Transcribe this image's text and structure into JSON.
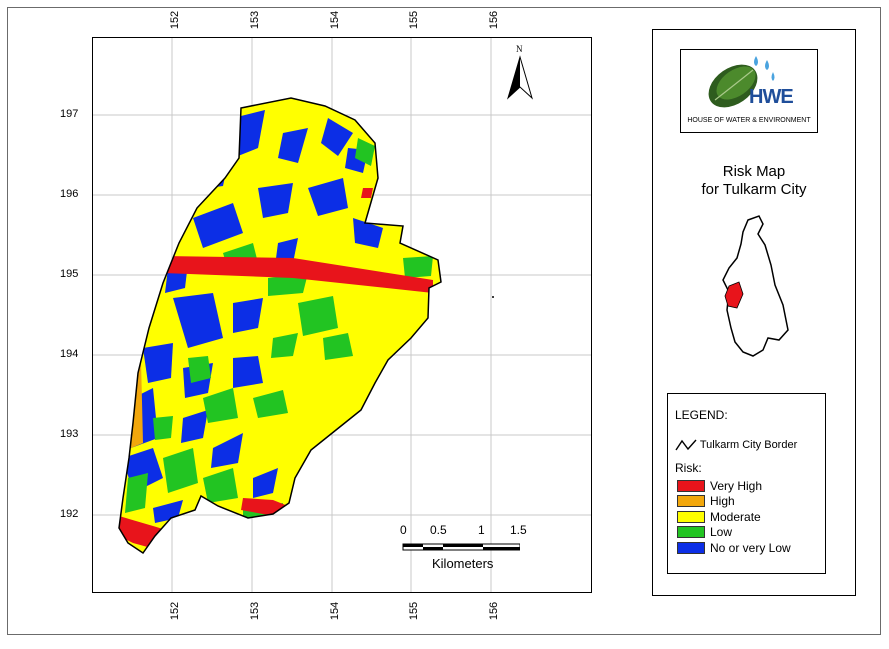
{
  "grid": {
    "x_ticks": [
      "152",
      "153",
      "154",
      "155",
      "156"
    ],
    "y_ticks": [
      "197",
      "196",
      "195",
      "194",
      "193",
      "192"
    ]
  },
  "north_arrow": {
    "label": "N"
  },
  "scale_bar": {
    "labels": [
      "0",
      "0.5",
      "1",
      "1.5"
    ],
    "unit": "Kilometers"
  },
  "logo": {
    "acronym": "HWE",
    "full_name": "HOUSE OF WATER & ENVIRONMENT"
  },
  "title": {
    "line1": "Risk Map",
    "line2": "for Tulkarm City"
  },
  "legend": {
    "heading": "LEGEND:",
    "border_label": "Tulkarm City Border",
    "risk_heading": "Risk:",
    "classes": [
      {
        "label": "Very High",
        "color": "#e8141b"
      },
      {
        "label": "High",
        "color": "#f2a70c"
      },
      {
        "label": "Moderate",
        "color": "#ffff00"
      },
      {
        "label": "Low",
        "color": "#22c422"
      },
      {
        "label": "No or very Low",
        "color": "#0c2ee6"
      }
    ]
  }
}
